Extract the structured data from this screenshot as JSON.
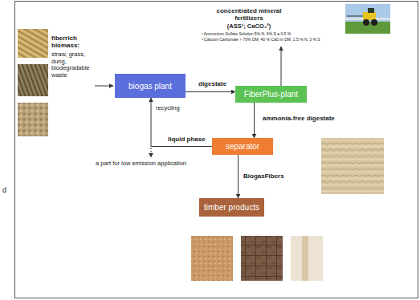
{
  "diagram": {
    "nodes": [
      {
        "text": [
          "biogas plant"
        ]
      },
      {
        "text": [
          "FiberPlus-plant"
        ]
      },
      {
        "text": [
          "separator"
        ]
      },
      {
        "text": [
          "timber products"
        ]
      }
    ],
    "edges": [
      {
        "from": 0,
        "to": 1,
        "label": "digestate",
        "arrow": "to"
      },
      {
        "from": 1,
        "to": 2,
        "label": "ammonia-free digestate",
        "arrow": "to"
      },
      {
        "from": 2,
        "to": 0,
        "label": "liquid phase",
        "arrow": "to"
      },
      {
        "from": 2,
        "to": 3,
        "label": "BiogasFibers",
        "arrow": "to"
      }
    ],
    "labels": [
      "fiberrich biomass:",
      "straw, grass, dung, biodegradable waste",
      "concentrated mineral fertilizers",
      "(ASS¹; CaCO₃²)",
      "¹ Ammonium Sulfate Solution 5% N, 6% S a 0.5 %",
      "² Calcium Carbonate > 70% DM, 40 % CaO in DM, 1.5 % N, 3 % S",
      "recycling",
      "a part for low emission application",
      "d"
    ]
  }
}
